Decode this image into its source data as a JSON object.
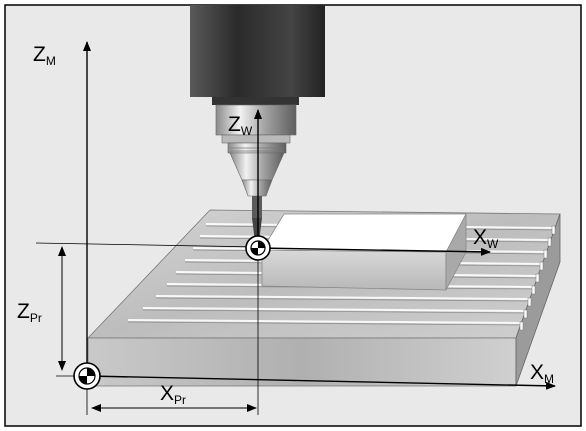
{
  "labels": {
    "zm_main": "Z",
    "zm_sub": "M",
    "xm_main": "X",
    "xm_sub": "M",
    "zw_main": "Z",
    "zw_sub": "W",
    "xw_main": "X",
    "xw_sub": "W",
    "zpr_main": "Z",
    "zpr_sub": "Pr",
    "xpr_main": "X",
    "xpr_sub": "Pr"
  },
  "colors": {
    "background": "#e9e9e9",
    "frame": "#000000",
    "spindle": "#3a3a3a",
    "workpiece_top": "#ffffff",
    "table_top": "#c8c8c8",
    "table_side": "#9b9b9b"
  }
}
